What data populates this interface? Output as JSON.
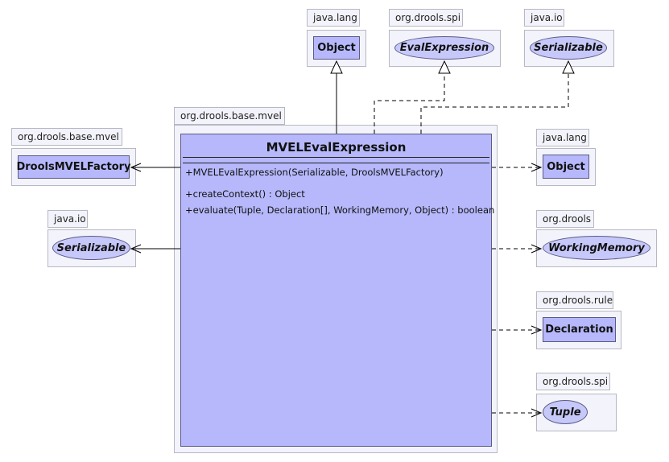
{
  "packages": {
    "base_mvel_main": "org.drools.base.mvel",
    "java_lang_top": "java.lang",
    "drools_spi_top": "org.drools.spi",
    "java_io_top": "java.io",
    "base_mvel_left": "org.drools.base.mvel",
    "java_io_left": "java.io",
    "java_lang_right": "java.lang",
    "drools_right": "org.drools",
    "drools_rule_right": "org.drools.rule",
    "drools_spi_right": "org.drools.spi"
  },
  "classes": {
    "object_top": "Object",
    "eval_expression": "EvalExpression",
    "serializable_top": "Serializable",
    "factory": "DroolsMVELFactory",
    "serializable_left": "Serializable",
    "object_right": "Object",
    "working_memory": "WorkingMemory",
    "declaration": "Declaration",
    "tuple": "Tuple"
  },
  "main_class": {
    "name": "MVELEvalExpression",
    "constructors": [
      "+MVELEvalExpression(Serializable, DroolsMVELFactory)"
    ],
    "methods": [
      "+createContext() : Object",
      "+evaluate(Tuple, Declaration[], WorkingMemory, Object) : boolean"
    ]
  }
}
